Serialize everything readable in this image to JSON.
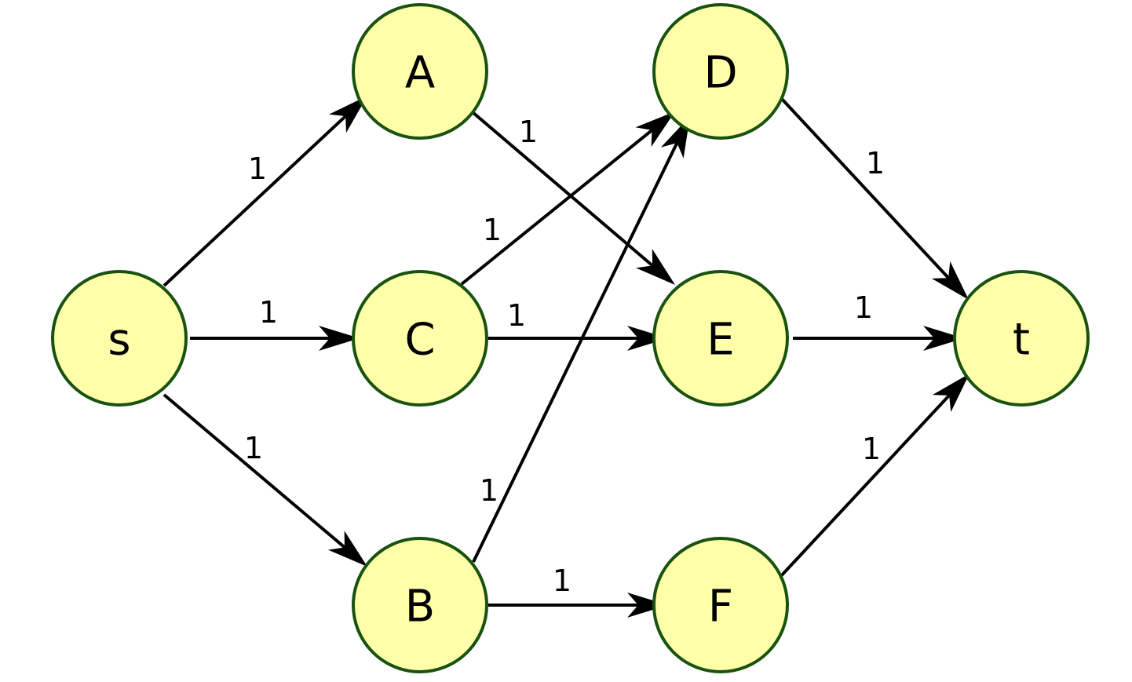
{
  "colors": {
    "node_fill": "#ffffaa",
    "node_stroke": "#1a5210",
    "edge": "#000000",
    "background": "#ffffff"
  },
  "nodes": [
    {
      "id": "s",
      "label": "s"
    },
    {
      "id": "A",
      "label": "A"
    },
    {
      "id": "C",
      "label": "C"
    },
    {
      "id": "B",
      "label": "B"
    },
    {
      "id": "D",
      "label": "D"
    },
    {
      "id": "E",
      "label": "E"
    },
    {
      "id": "F",
      "label": "F"
    },
    {
      "id": "t",
      "label": "t"
    }
  ],
  "edges": [
    {
      "from": "s",
      "to": "A",
      "label": "1"
    },
    {
      "from": "s",
      "to": "C",
      "label": "1"
    },
    {
      "from": "s",
      "to": "B",
      "label": "1"
    },
    {
      "from": "A",
      "to": "E",
      "label": "1"
    },
    {
      "from": "C",
      "to": "D",
      "label": "1"
    },
    {
      "from": "C",
      "to": "E",
      "label": "1"
    },
    {
      "from": "B",
      "to": "D",
      "label": "1"
    },
    {
      "from": "B",
      "to": "F",
      "label": "1"
    },
    {
      "from": "D",
      "to": "t",
      "label": "1"
    },
    {
      "from": "E",
      "to": "t",
      "label": "1"
    },
    {
      "from": "F",
      "to": "t",
      "label": "1"
    }
  ]
}
